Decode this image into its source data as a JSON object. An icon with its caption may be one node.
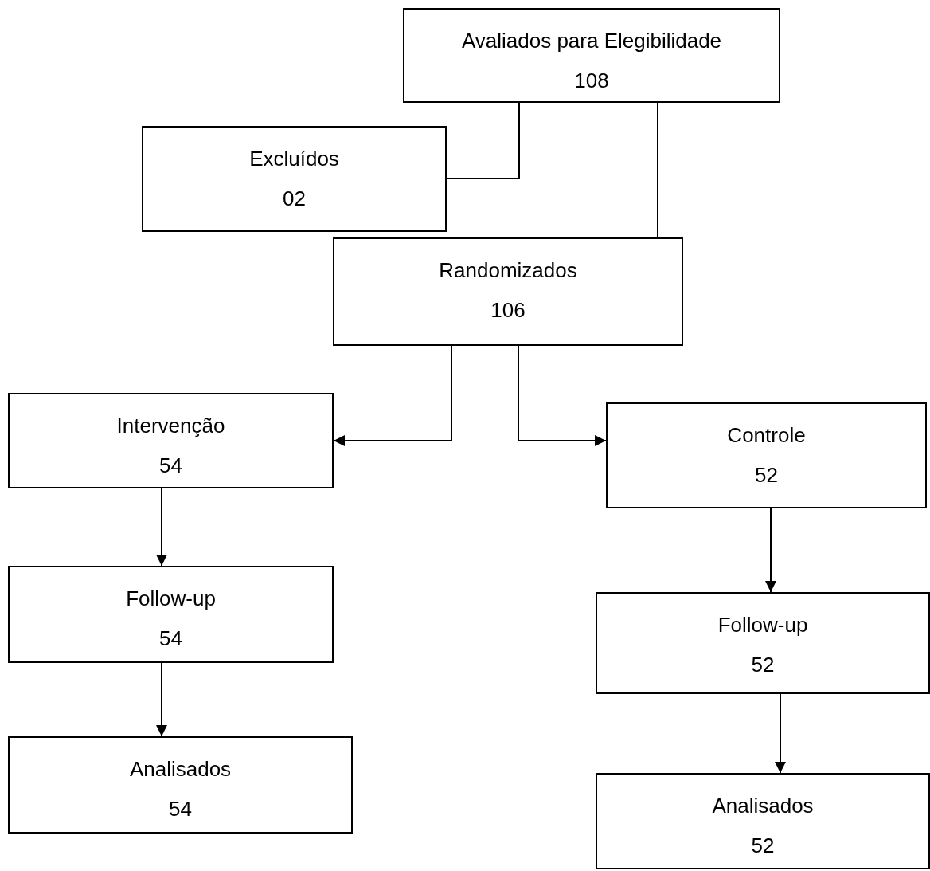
{
  "diagram": {
    "nodes": [
      {
        "text": [
          "Avaliados para Elegibilidade",
          "108"
        ]
      },
      {
        "text": [
          "Excluídos",
          "02"
        ]
      },
      {
        "text": [
          "Randomizados",
          "106"
        ]
      },
      {
        "text": [
          "Intervenção",
          "54"
        ]
      },
      {
        "text": [
          "Controle",
          "52"
        ]
      },
      {
        "text": [
          "Follow-up",
          "54"
        ]
      },
      {
        "text": [
          "Follow-up",
          "52"
        ]
      },
      {
        "text": [
          "Analisados",
          "54"
        ]
      },
      {
        "text": [
          "Analisados",
          "52"
        ]
      }
    ],
    "edges": [
      {
        "from": 0,
        "to": 1,
        "arrow": "none"
      },
      {
        "from": 0,
        "to": 2,
        "arrow": "none"
      },
      {
        "from": 2,
        "to": 3,
        "arrow": "to"
      },
      {
        "from": 2,
        "to": 4,
        "arrow": "to"
      },
      {
        "from": 3,
        "to": 5,
        "arrow": "to"
      },
      {
        "from": 5,
        "to": 7,
        "arrow": "to"
      },
      {
        "from": 4,
        "to": 6,
        "arrow": "to"
      },
      {
        "from": 6,
        "to": 8,
        "arrow": "to"
      }
    ]
  }
}
